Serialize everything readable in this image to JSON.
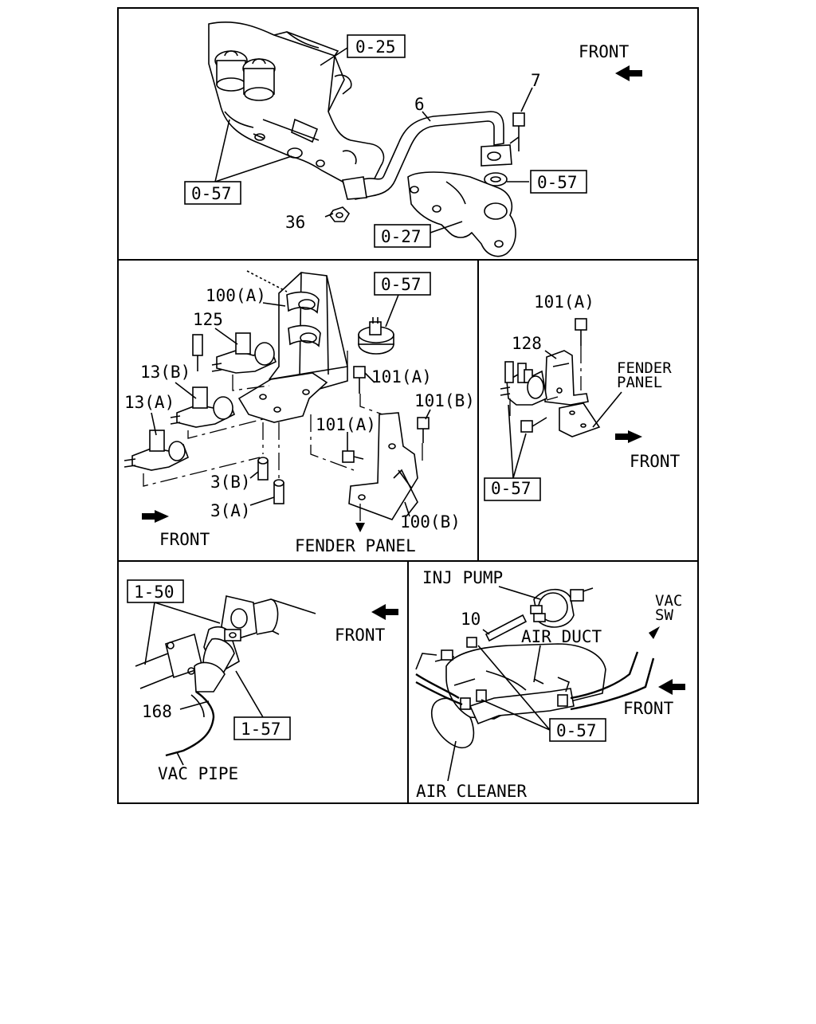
{
  "panels": {
    "top": {
      "labels": {
        "ref_0_25": "0-25",
        "front": "FRONT",
        "part_7": "7",
        "part_6": "6",
        "ref_0_57_left": "0-57",
        "ref_0_57_right": "0-57",
        "part_36": "36",
        "ref_0_27": "0-27"
      }
    },
    "middle_left": {
      "labels": {
        "part_100a": "100(A)",
        "ref_0_57": "0-57",
        "part_125": "125",
        "part_13b": "13(B)",
        "part_101a_top": "101(A)",
        "part_13a": "13(A)",
        "part_101b": "101(B)",
        "part_101a_mid": "101(A)",
        "part_3b": "3(B)",
        "part_3a": "3(A)",
        "part_100b": "100(B)",
        "front": "FRONT",
        "fender_panel": "FENDER PANEL"
      }
    },
    "middle_right": {
      "labels": {
        "part_101a": "101(A)",
        "part_128": "128",
        "fender_panel_line1": "FENDER",
        "fender_panel_line2": "PANEL",
        "front": "FRONT",
        "ref_0_57": "0-57"
      }
    },
    "bottom_left": {
      "labels": {
        "ref_1_50": "1-50",
        "front": "FRONT",
        "part_168": "168",
        "ref_1_57": "1-57",
        "vac_pipe": "VAC PIPE"
      }
    },
    "bottom_right": {
      "labels": {
        "inj_pump": "INJ PUMP",
        "vac_sw_line1": "VAC",
        "vac_sw_line2": "SW",
        "part_10": "10",
        "air_duct": "AIR DUCT",
        "front": "FRONT",
        "ref_0_57": "0-57",
        "air_cleaner": "AIR CLEANER"
      }
    }
  }
}
